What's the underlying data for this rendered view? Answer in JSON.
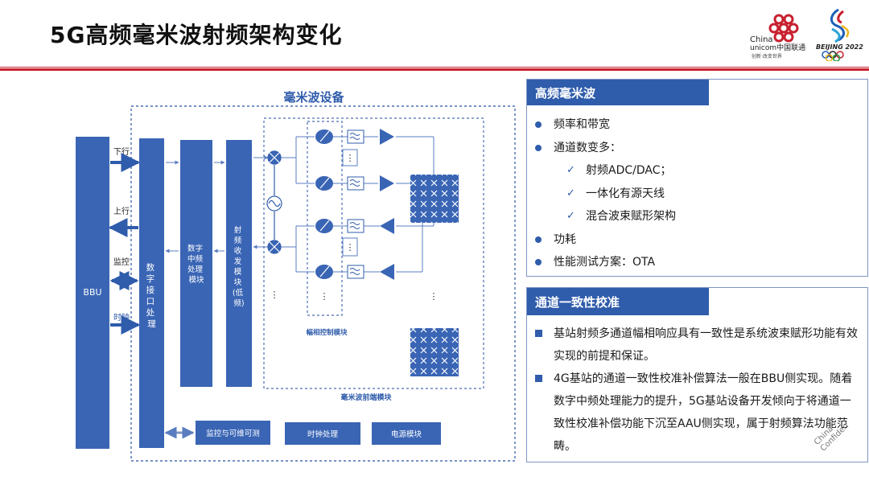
{
  "slide": {
    "title": "5G高频毫米波射频架构变化"
  },
  "logos": {
    "unicom_text_1": "China",
    "unicom_text_2": "unicom中国联通",
    "unicom_slogan": "创新·改变世界",
    "beijing_text": "BEIJING 2022"
  },
  "diagram": {
    "main_title": "毫米波设备",
    "bbu": "BBU",
    "down_label": "下行",
    "up_label": "上行",
    "monitor_label": "监控",
    "clock_label": "时钟",
    "digital_interface": [
      "数",
      "字",
      "接",
      "口",
      "处",
      "理"
    ],
    "digital_if": [
      "数字",
      "中频",
      "处理",
      "模块"
    ],
    "rf_transceiver": [
      "射",
      "频",
      "收",
      "发",
      "模",
      "块",
      "(低",
      "频)"
    ],
    "amp_phase_module": "幅相控制模块",
    "frontend_module": "毫米波前端模块",
    "monitor_module": "监控与可维可测",
    "clock_module": "时钟处理",
    "power_module": "电源模块",
    "dots": "⋮"
  },
  "panel1": {
    "header": "高频毫米波",
    "items": [
      {
        "type": "dot",
        "text": "频率和带宽"
      },
      {
        "type": "dot",
        "text": "通道数变多："
      },
      {
        "type": "check",
        "text": "射频ADC/DAC；"
      },
      {
        "type": "check",
        "text": "一体化有源天线"
      },
      {
        "type": "check",
        "text": "混合波束赋形架构"
      },
      {
        "type": "dot",
        "text": "功耗"
      },
      {
        "type": "dot",
        "text": "性能测试方案：OTA"
      }
    ],
    "check_glyph": "✓"
  },
  "panel2": {
    "header": "通道一致性校准",
    "items": [
      "基站射频多通道幅相响应具有一致性是系统波束赋形功能有效实现的前提和保证。",
      "4G基站的通道一致性校准补偿算法一般在BBU侧实现。随着数字中频处理能力的提升，5G基站设备开发倾向于将通道一致性校准补偿功能下沉至AAU侧实现，属于射频算法功能范畴。"
    ]
  },
  "watermark": {
    "line1": "China",
    "line2": "Confiden"
  },
  "colors": {
    "primary_blue": "#2f5cab",
    "title_rule_red": "#c8202f",
    "dashed_border": "#4a6db5"
  }
}
